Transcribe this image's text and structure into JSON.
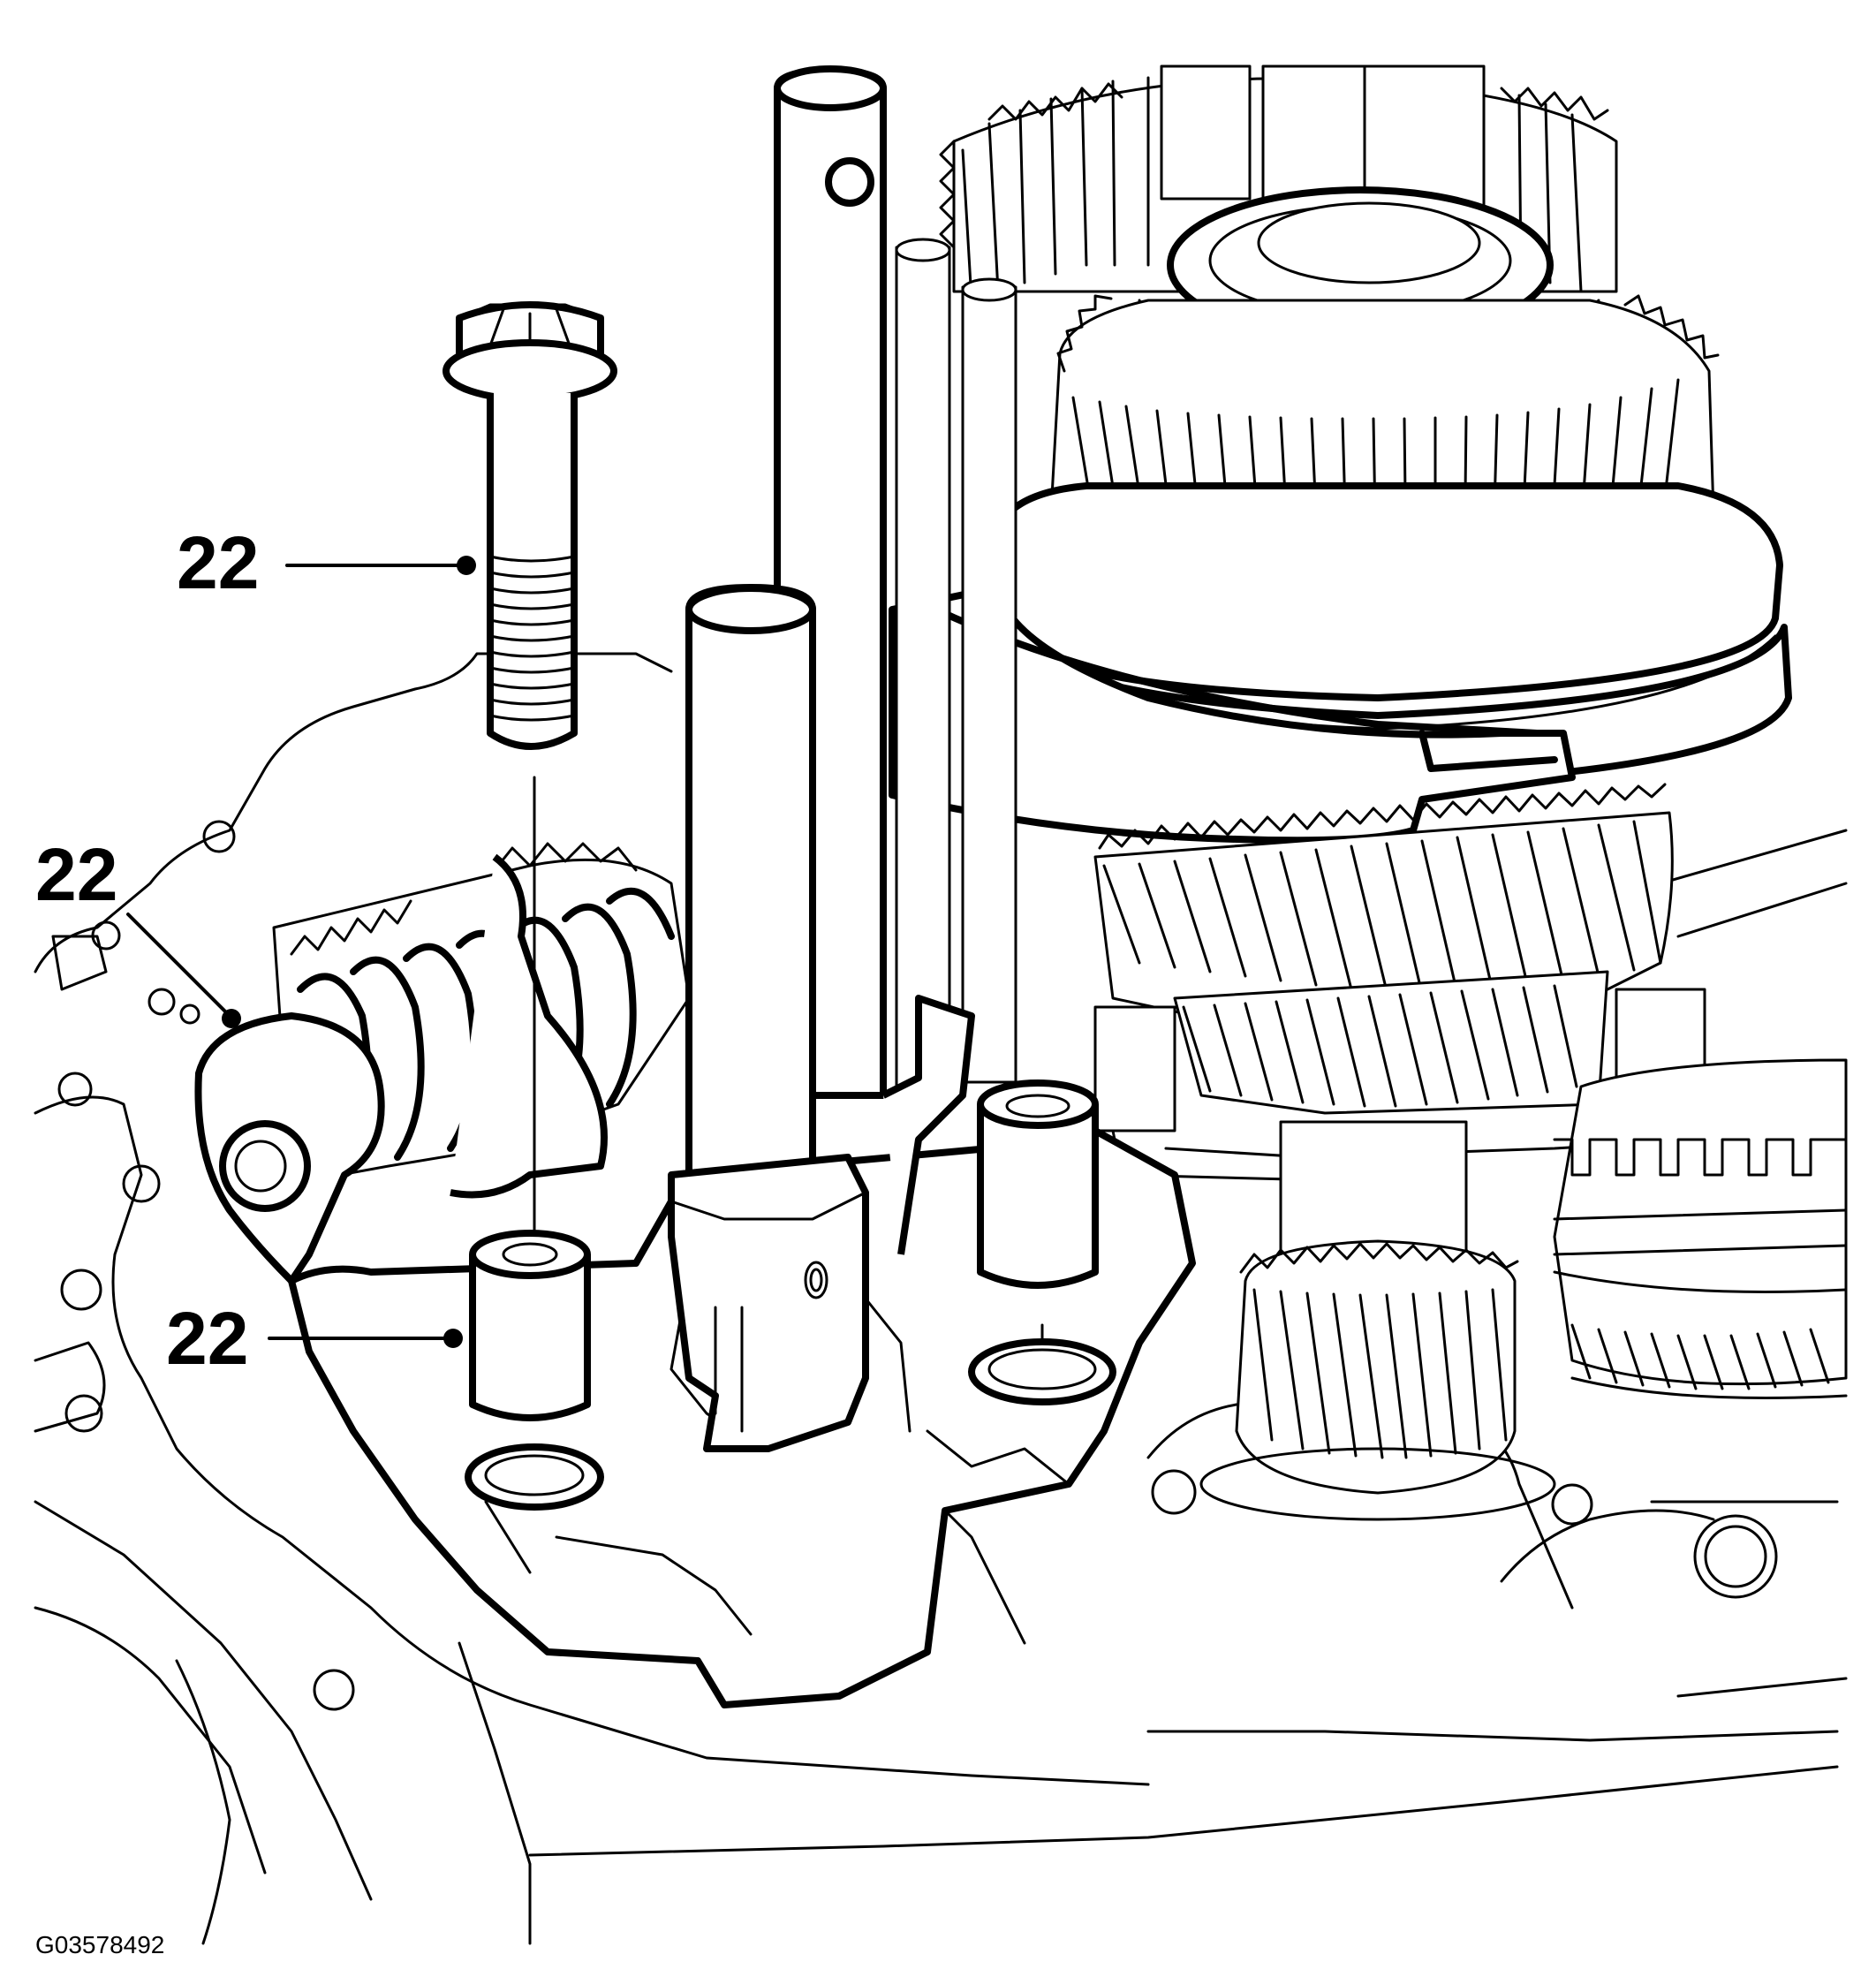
{
  "callouts": [
    {
      "id": "bolt",
      "text": "22"
    },
    {
      "id": "shift-lever",
      "text": "22"
    },
    {
      "id": "bushing",
      "text": "22"
    }
  ],
  "figure_id": "G03578492",
  "icons": [
    "bolt-icon",
    "gear-icon",
    "bearing-icon",
    "shift-shaft-icon",
    "bushing-icon"
  ],
  "colors": {
    "line": "#000000",
    "background": "#ffffff"
  }
}
